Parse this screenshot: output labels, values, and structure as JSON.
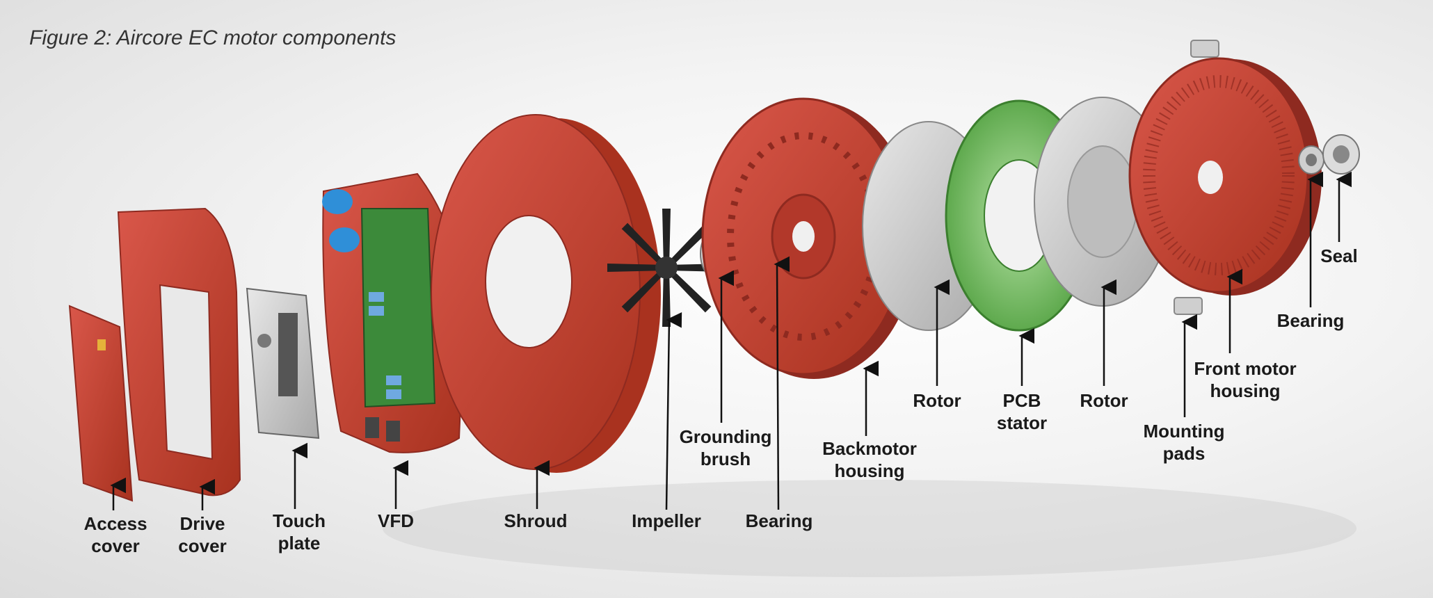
{
  "figure": {
    "title": "Figure 2: Aircore EC motor components"
  },
  "labels": {
    "access_cover": [
      "Access",
      "cover"
    ],
    "drive_cover": [
      "Drive",
      "cover"
    ],
    "touch_plate": [
      "Touch",
      "plate"
    ],
    "vfd": [
      "VFD"
    ],
    "shroud": [
      "Shroud"
    ],
    "impeller": [
      "Impeller"
    ],
    "grounding_brush": [
      "Grounding",
      "brush"
    ],
    "bearing_back": [
      "Bearing"
    ],
    "back_motor_housing": [
      "Backmotor",
      "housing"
    ],
    "rotor_back": [
      "Rotor"
    ],
    "pcb_stator": [
      "PCB",
      "stator"
    ],
    "rotor_front": [
      "Rotor"
    ],
    "mounting_pads": [
      "Mounting",
      "pads"
    ],
    "front_motor_housing": [
      "Front motor",
      "housing"
    ],
    "bearing_front": [
      "Bearing"
    ],
    "seal": [
      "Seal"
    ]
  },
  "colors": {
    "housing_red": "#c0392b",
    "housing_dark": "#8e2a20",
    "stator_green": "#5aad45",
    "rotor_grey": "#c9c9c9",
    "pcb_green": "#3c8a3a",
    "accent_blue": "#2f8fd8",
    "arrow": "#111111"
  }
}
